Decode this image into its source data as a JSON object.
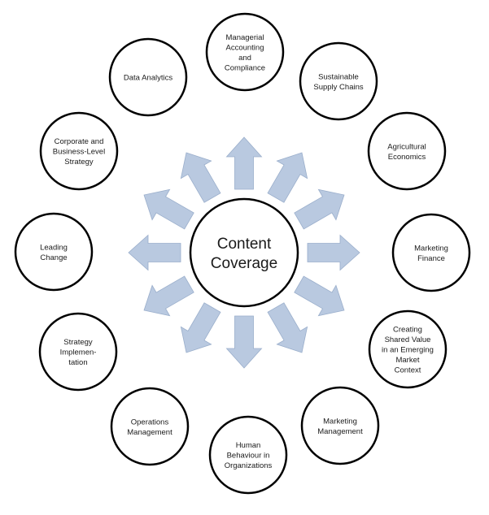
{
  "center": {
    "lines": [
      "Content",
      "Coverage"
    ]
  },
  "nodes": [
    {
      "id": "managerial-accounting",
      "lines": [
        "Managerial",
        "Accounting",
        "and",
        "Compliance"
      ]
    },
    {
      "id": "sustainable-supply-chains",
      "lines": [
        "Sustainable",
        "Supply Chains"
      ]
    },
    {
      "id": "agricultural-economics",
      "lines": [
        "Agricultural",
        "Economics"
      ]
    },
    {
      "id": "marketing-finance",
      "lines": [
        "Marketing",
        "Finance"
      ]
    },
    {
      "id": "creating-shared-value",
      "lines": [
        "Creating",
        "Shared Value",
        "in an Emerging",
        "Market",
        "Context"
      ]
    },
    {
      "id": "marketing-management",
      "lines": [
        "Marketing",
        "Management"
      ]
    },
    {
      "id": "human-behaviour",
      "lines": [
        "Human",
        "Behaviour in",
        "Organizations"
      ]
    },
    {
      "id": "operations-management",
      "lines": [
        "Operations",
        "Management"
      ]
    },
    {
      "id": "strategy-implementation",
      "lines": [
        "Strategy",
        "Implemen-",
        "tation"
      ]
    },
    {
      "id": "leading-change",
      "lines": [
        "Leading",
        "Change"
      ]
    },
    {
      "id": "corporate-strategy",
      "lines": [
        "Corporate and",
        "Business-Level",
        "Strategy"
      ]
    },
    {
      "id": "data-analytics",
      "lines": [
        "Data Analytics"
      ]
    }
  ],
  "colors": {
    "arrow_fill": "#b9c9e0",
    "arrow_stroke": "#9aaecb",
    "circle_stroke": "#000000",
    "circle_fill": "#ffffff"
  }
}
